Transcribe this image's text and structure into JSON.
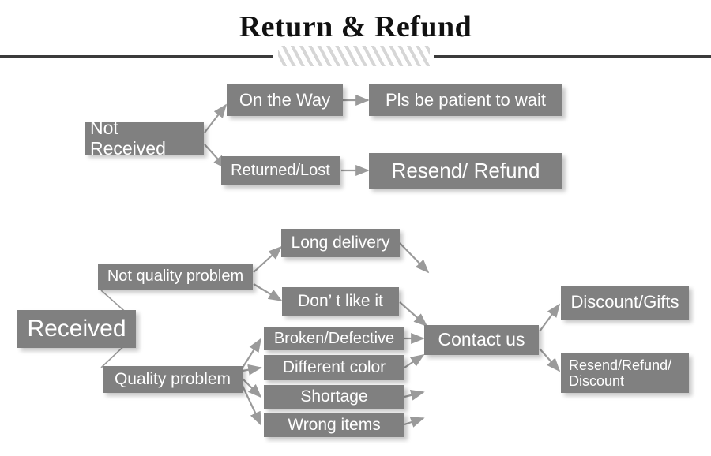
{
  "header": {
    "title": "Return & Refund",
    "divider_icon": "diagonal-hatch-divider"
  },
  "theme": {
    "box_fill": "#808080",
    "box_text": "#ffffff",
    "arrow_color": "#9a9a9a",
    "title_color": "#111111",
    "divider_color": "#3b3b3b",
    "background": "#ffffff"
  },
  "diagram": {
    "type": "flowchart",
    "branches": [
      {
        "id": "not-received",
        "root": "Not Received",
        "paths": [
          {
            "status": "On the Way",
            "outcome": "Pls be patient to wait"
          },
          {
            "status": "Returned/Lost",
            "outcome": "Resend/ Refund"
          }
        ]
      },
      {
        "id": "received",
        "root": "Received",
        "categories": [
          {
            "label": "Not quality problem",
            "reasons": [
              "Long delivery",
              "Don’  t like it"
            ]
          },
          {
            "label": "Quality problem",
            "reasons": [
              "Broken/Defective",
              "Different color",
              "Shortage",
              "Wrong items"
            ]
          }
        ],
        "action": "Contact us",
        "resolutions": [
          "Discount/Gifts",
          "Resend/Refund/\nDiscount"
        ]
      }
    ]
  },
  "nodes": {
    "not_received": "Not Received",
    "on_the_way": "On the Way",
    "pls_be_patient": "Pls be patient to wait",
    "returned_lost": "Returned/Lost",
    "resend_refund": "Resend/ Refund",
    "received": "Received",
    "not_quality_problem": "Not quality problem",
    "quality_problem": "Quality problem",
    "long_delivery": "Long delivery",
    "dont_like_it": "Don’  t like it",
    "broken_defective": "Broken/Defective",
    "different_color": "Different color",
    "shortage": "Shortage",
    "wrong_items": "Wrong items",
    "contact_us": "Contact us",
    "discount_gifts": "Discount/Gifts",
    "resend_refund_discount": "Resend/Refund/\nDiscount"
  }
}
